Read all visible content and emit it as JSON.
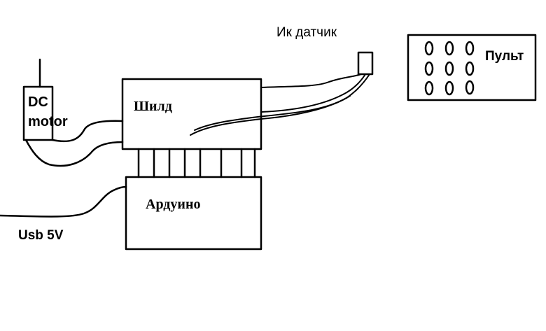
{
  "labels": {
    "ir_sensor": "Ик датчик",
    "motor_line1": "DC",
    "motor_line2": "motor",
    "shield": "Шилд",
    "arduino": "Ардуино",
    "remote": "Пульт",
    "usb": "Usb 5V"
  },
  "colors": {
    "stroke": "#000000",
    "background": "#ffffff"
  }
}
